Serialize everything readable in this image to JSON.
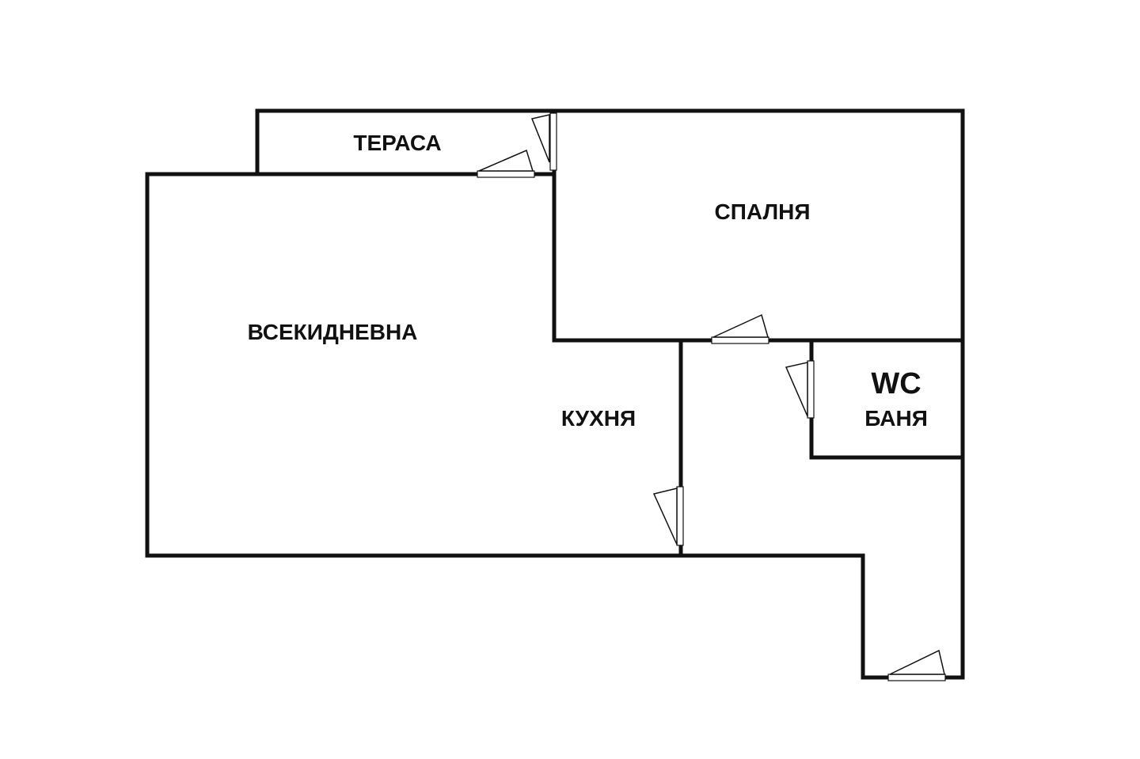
{
  "rooms": {
    "terrace": "ТЕРАСА",
    "bedroom": "СПАЛНЯ",
    "living_room": "ВСЕКИДНЕВНА",
    "kitchen": "КУХНЯ",
    "wc": "WC",
    "bathroom": "БАНЯ"
  },
  "colors": {
    "wall": "#111111",
    "background": "#ffffff"
  }
}
